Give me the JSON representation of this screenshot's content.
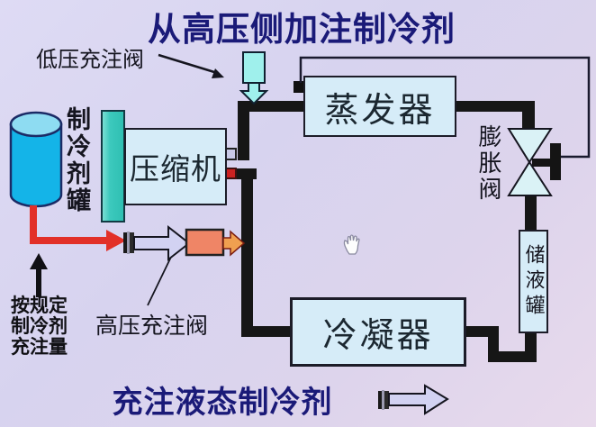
{
  "titles": {
    "top": "从高压侧加注制冷剂",
    "bottom": "充注液态制冷剂"
  },
  "components": {
    "compressor": {
      "label": "压缩机"
    },
    "evaporator": {
      "label": "蒸发器"
    },
    "condenser": {
      "label": "冷凝器"
    },
    "receiver": {
      "label": "储液罐"
    },
    "expansion_valve": {
      "label": "膨胀阀"
    },
    "refrigerant_tank": {
      "label": "制冷剂罐"
    }
  },
  "annotations": {
    "low_pressure_valve_label": "低压充注阀",
    "high_pressure_valve_label": "高压充注阀",
    "charge_amount_note": {
      "lines": [
        "按规定",
        "制冷剂",
        "充注量"
      ]
    }
  },
  "icons": {
    "hand_cursor": "open-hand-grab-cursor",
    "charging_hose": "hose-arrow-with-fitting",
    "flow_direction": "hollow-right-arrow",
    "refrigerant_tank": "cylinder-tank",
    "expansion_valve": "bowtie-valve"
  },
  "colors": {
    "background_start": "#dedbf4",
    "background_end": "#e8daec",
    "title_navy": "#1a1a78",
    "box_fill": "#d6ecf8",
    "pipe_black": "#161616",
    "tank_body_cyan": "#14b4e8",
    "tank_top_cyan": "#8edcf2",
    "plate_teal": "#3cc9bd",
    "flow_red": "#e23028",
    "charging_valve_orange": "#ef8566",
    "hose_arrow_lavender": "#d2d2f2",
    "lp_port_cyan": "#9ff0ec",
    "discharge_port_red": "#cc2222",
    "suction_port_gray": "#c9c9e8"
  }
}
